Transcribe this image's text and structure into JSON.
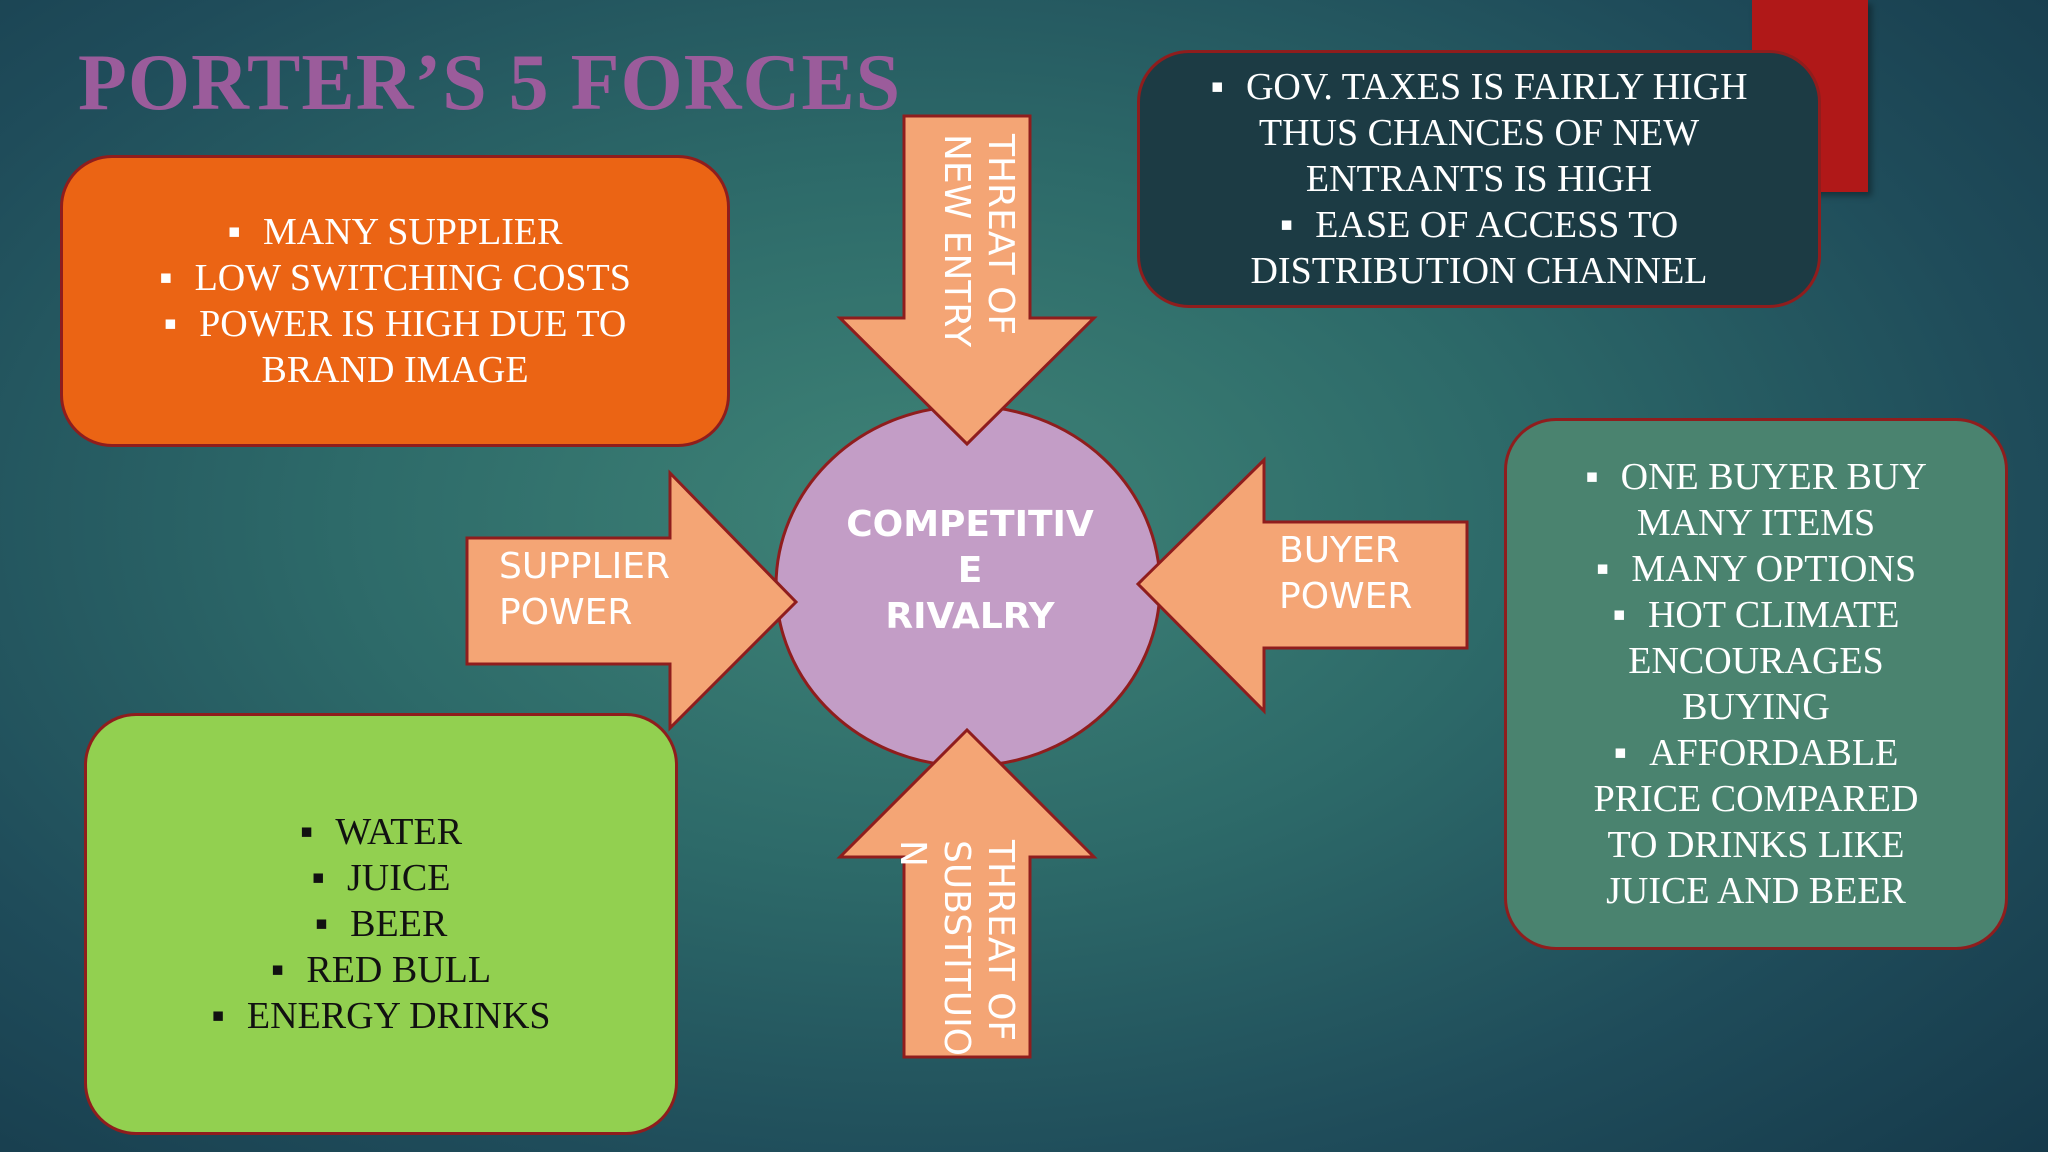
{
  "title": "PORTER’S 5 FORCES",
  "colors": {
    "supplier_box": "#eb6414",
    "substitutes_box": "#92d050",
    "entry_box": "#1c3b44",
    "buyer_box": "#4a836f",
    "arrow_fill": "#f4a575",
    "circle_fill": "#c39dc6",
    "outline": "#8f1d1d",
    "title": "#9b5c9b",
    "accent_bar": "#b01818"
  },
  "center": {
    "label": "COMPETITIV\nE\nRIVALRY"
  },
  "arrows": {
    "new_entry": "THREAT OF\nNEW ENTRY",
    "supplier": "SUPPLIER\nPOWER",
    "buyer": "BUYER\nPOWER",
    "substitution": "THREAT OF\nSUBSTITUIO\nN"
  },
  "supplier_box": {
    "items": [
      "MANY SUPPLIER",
      "LOW SWITCHING COSTS",
      "POWER IS HIGH DUE TO BRAND IMAGE"
    ]
  },
  "new_entry_box": {
    "items": [
      "GOV. TAXES IS FAIRLY HIGH THUS CHANCES OF NEW ENTRANTS IS HIGH",
      "EASE OF ACCESS TO DISTRIBUTION CHANNEL"
    ]
  },
  "buyer_box": {
    "items": [
      "ONE BUYER BUY MANY ITEMS",
      "MANY OPTIONS",
      "HOT CLIMATE ENCOURAGES BUYING",
      "AFFORDABLE PRICE COMPARED TO DRINKS LIKE JUICE AND BEER"
    ]
  },
  "substitutes_box": {
    "items": [
      "WATER",
      "JUICE",
      "BEER",
      "RED BULL",
      "ENERGY DRINKS"
    ]
  }
}
